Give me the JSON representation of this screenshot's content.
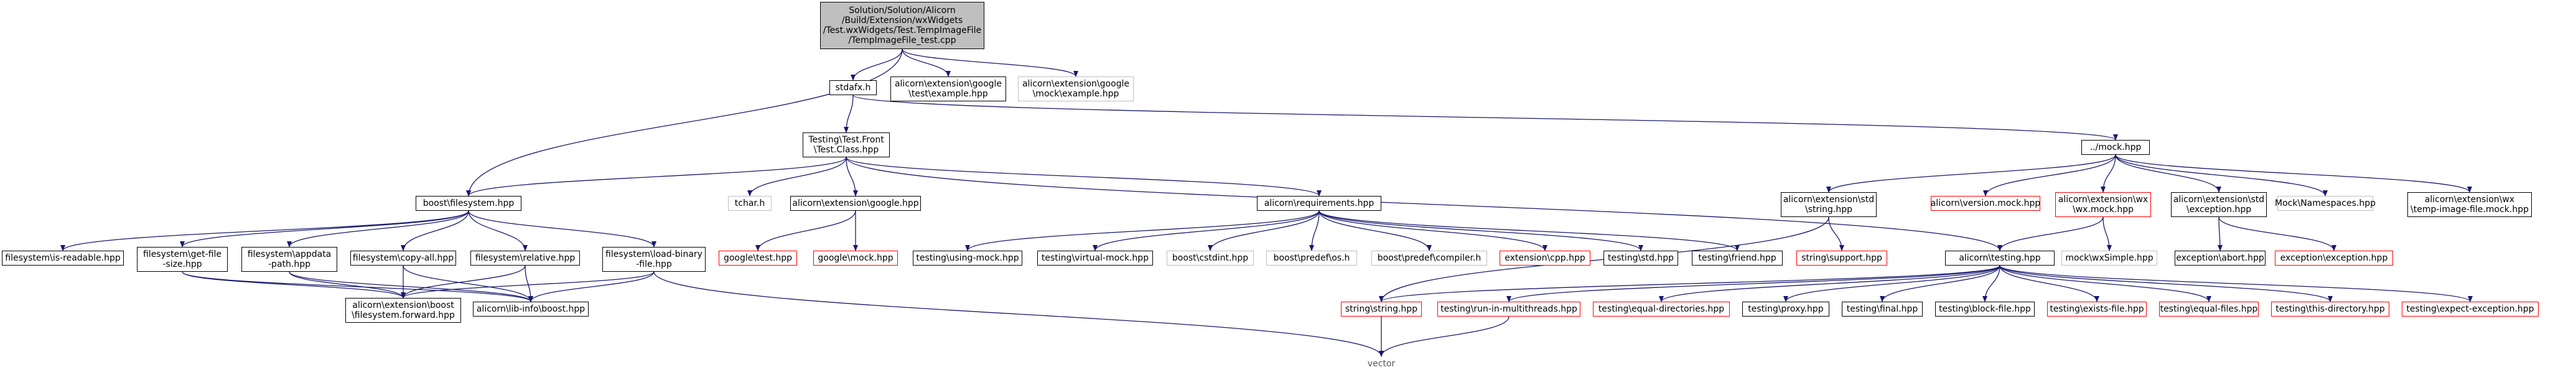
{
  "colors": {
    "edge": "#191970",
    "root_fill": "#bfbfbf",
    "missing_border": "#ff0000",
    "external_border": "#bfbfbf"
  },
  "nodes": {
    "root": "Solution/Solution/Alicorn\n/Build/Extension/wxWidgets\n/Test.wxWidgets/Test.TempImageFile\n/TempImageFile_test.cpp",
    "stdafx": "stdafx.h",
    "google_example": "alicorn\\extension\\google\n\\test\\example.hpp",
    "google_mock_example": "alicorn\\extension\\google\n\\mock\\example.hpp",
    "test_class": "Testing\\Test.Front\n\\Test.Class.hpp",
    "mock_hpp": "../mock.hpp",
    "boost_filesystem": "boost\\filesystem.hpp",
    "tchar": "tchar.h",
    "google_hpp": "alicorn\\extension\\google.hpp",
    "requirements": "alicorn\\requirements.hpp",
    "std_string": "alicorn\\extension\\std\n\\string.hpp",
    "version_mock": "alicorn\\version.mock.hpp",
    "wx_mock": "alicorn\\extension\\wx\n\\wx.mock.hpp",
    "std_exception": "alicorn\\extension\\std\n\\exception.hpp",
    "mock_namespaces": "Mock\\Namespaces.hpp",
    "wx_temp_image": "alicorn\\extension\\wx\n\\temp-image-file.mock.hpp",
    "fs_is_readable": "filesystem\\is-readable.hpp",
    "fs_get_file_size": "filesystem\\get-file\n-size.hpp",
    "fs_appdata": "filesystem\\appdata\n-path.hpp",
    "fs_copy_all": "filesystem\\copy-all.hpp",
    "fs_relative": "filesystem\\relative.hpp",
    "fs_load_binary": "filesystem\\load-binary\n-file.hpp",
    "google_test": "google\\test.hpp",
    "google_mock": "google\\mock.hpp",
    "using_mock": "testing\\using-mock.hpp",
    "virtual_mock": "testing\\virtual-mock.hpp",
    "boost_cstdint": "boost\\cstdint.hpp",
    "boost_predef_os": "boost\\predef\\os.h",
    "boost_predef_compiler": "boost\\predef\\compiler.h",
    "extension_cpp": "extension\\cpp.hpp",
    "testing_std": "testing\\std.hpp",
    "testing_friend": "testing\\friend.hpp",
    "string_support": "string\\support.hpp",
    "testing_hpp": "alicorn\\testing.hpp",
    "mock_wxsimple": "mock\\wxSimple.hpp",
    "exception_abort": "exception\\abort.hpp",
    "exception_exception": "exception\\exception.hpp",
    "boost_fs_forward": "alicorn\\extension\\boost\n\\filesystem.forward.hpp",
    "lib_info_boost": "alicorn\\lib-info\\boost.hpp",
    "string_string": "string\\string.hpp",
    "run_multithreads": "testing\\run-in-multithreads.hpp",
    "equal_directories": "testing\\equal-directories.hpp",
    "testing_proxy": "testing\\proxy.hpp",
    "testing_final": "testing\\final.hpp",
    "block_file": "testing\\block-file.hpp",
    "exists_file": "testing\\exists-file.hpp",
    "equal_files": "testing\\equal-files.hpp",
    "this_directory": "testing\\this-directory.hpp",
    "expect_exception": "testing\\expect-exception.hpp",
    "vector": "vector"
  }
}
